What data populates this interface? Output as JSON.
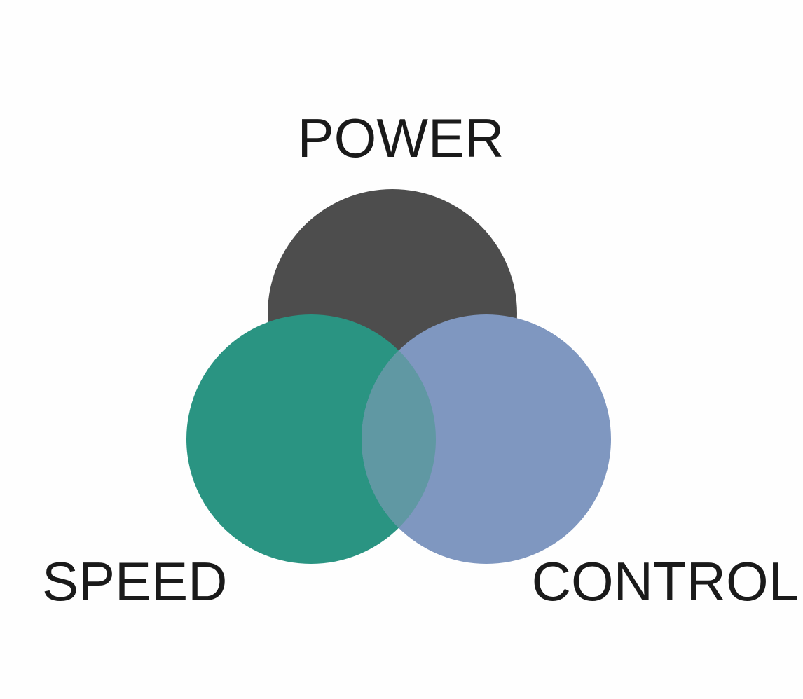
{
  "diagram": {
    "type": "venn",
    "sets": [
      {
        "id": "power",
        "label": "POWER",
        "color": "#4d4d4d"
      },
      {
        "id": "speed",
        "label": "SPEED",
        "color": "#2a9482"
      },
      {
        "id": "control",
        "label": "CONTROL",
        "color": "#7f97c0"
      }
    ],
    "overlap_color": "#6098a3"
  }
}
